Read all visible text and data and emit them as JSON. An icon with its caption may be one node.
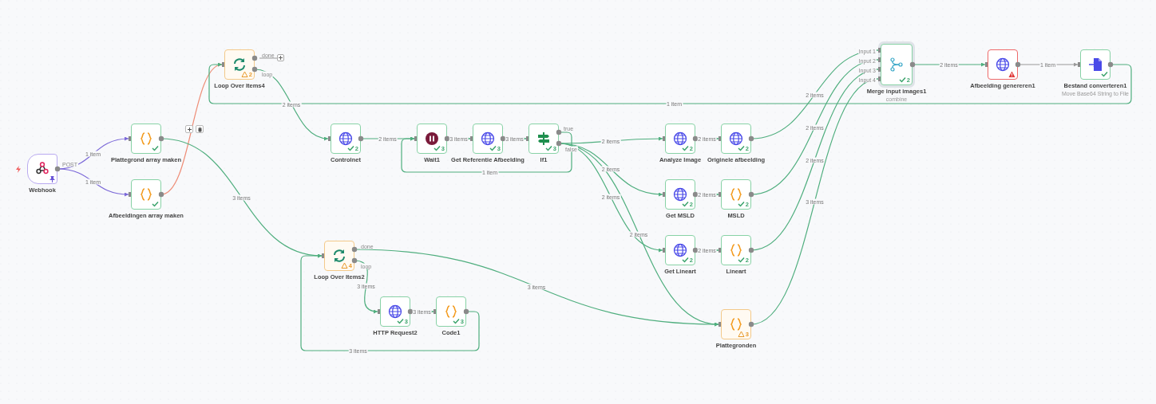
{
  "diagram": {
    "nodes": [
      {
        "text": [
          "Webhook"
        ],
        "beside": [
          "POST"
        ]
      },
      {
        "text": [
          "Plattegrond array maken"
        ]
      },
      {
        "text": [
          "Afbeeldingen array maken"
        ]
      },
      {
        "text": [
          "2",
          "Loop Over Items4"
        ],
        "beside": [
          "done",
          "loop"
        ]
      },
      {
        "text": [
          "2",
          "Controlnet"
        ]
      },
      {
        "text": [
          "3",
          "Wait1"
        ]
      },
      {
        "text": [
          "3",
          "Get Referentie Afbeelding"
        ]
      },
      {
        "text": [
          "3",
          "If1"
        ],
        "beside": [
          "true",
          "false"
        ]
      },
      {
        "text": [
          "2",
          "Analyze Image"
        ]
      },
      {
        "text": [
          "2",
          "Originele afbeelding"
        ]
      },
      {
        "text": [
          "2",
          "Get MSLD"
        ]
      },
      {
        "text": [
          "2",
          "MSLD"
        ]
      },
      {
        "text": [
          "2",
          "Get Lineart"
        ]
      },
      {
        "text": [
          "2",
          "Lineart"
        ]
      },
      {
        "text": [
          "2",
          "Merge input images1",
          "combine"
        ],
        "beside": [
          "Input 1",
          "Input 2",
          "Input 3",
          "Input 4"
        ]
      },
      {
        "text": [
          "Afbeelding genereren1"
        ]
      },
      {
        "text": [
          "Bestand converteren1",
          "Move Base64 String to File"
        ]
      },
      {
        "text": [
          "4",
          "Loop Over Items2"
        ],
        "beside": [
          "done",
          "loop"
        ]
      },
      {
        "text": [
          "3",
          "HTTP Request2"
        ]
      },
      {
        "text": [
          "3",
          "Code1"
        ]
      },
      {
        "text": [
          "3",
          "Plattegronden"
        ]
      }
    ],
    "edges": [
      {
        "from": 0,
        "to": 1,
        "arrow": "to",
        "label": "1 item",
        "color": "#7b68d8"
      },
      {
        "from": 0,
        "to": 2,
        "arrow": "to",
        "label": "1 item",
        "color": "#7b68d8"
      },
      {
        "from": 2,
        "to": 3,
        "arrow": "to",
        "color": "#ee8e78"
      },
      {
        "from": 3,
        "to": 4,
        "arrow": "to",
        "label": "2 items"
      },
      {
        "from": 4,
        "to": 5,
        "arrow": "to",
        "label": "2 items"
      },
      {
        "from": 5,
        "to": 6,
        "arrow": "to",
        "label": "3 items"
      },
      {
        "from": 6,
        "to": 7,
        "arrow": "to",
        "label": "3 items"
      },
      {
        "from": 7,
        "to": 5,
        "arrow": "to",
        "label": "1 item"
      },
      {
        "from": 7,
        "to": 8,
        "arrow": "to",
        "label": "2 items"
      },
      {
        "from": 7,
        "to": 10,
        "arrow": "to",
        "label": "2 items"
      },
      {
        "from": 7,
        "to": 12,
        "arrow": "to",
        "label": "2 items"
      },
      {
        "from": 7,
        "to": 20,
        "arrow": "to",
        "label": "2 items"
      },
      {
        "from": 8,
        "to": 9,
        "arrow": "to",
        "label": "2 items"
      },
      {
        "from": 10,
        "to": 11,
        "arrow": "to",
        "label": "2 items"
      },
      {
        "from": 12,
        "to": 13,
        "arrow": "to",
        "label": "2 items"
      },
      {
        "from": 9,
        "to": 14,
        "arrow": "to",
        "label": "2 items"
      },
      {
        "from": 11,
        "to": 14,
        "arrow": "to",
        "label": "2 items"
      },
      {
        "from": 13,
        "to": 14,
        "arrow": "to",
        "label": "2 items"
      },
      {
        "from": 20,
        "to": 14,
        "arrow": "to",
        "label": "3 items"
      },
      {
        "from": 14,
        "to": 15,
        "arrow": "to",
        "label": "2 items"
      },
      {
        "from": 15,
        "to": 16,
        "arrow": "to",
        "label": "1 item",
        "color": "#9a9a9a"
      },
      {
        "from": 16,
        "to": 3,
        "arrow": "to",
        "label": "1 item"
      },
      {
        "from": 1,
        "to": 17,
        "arrow": "to",
        "label": "3 items"
      },
      {
        "from": 17,
        "to": 18,
        "arrow": "to",
        "label": "3 items"
      },
      {
        "from": 18,
        "to": 19,
        "arrow": "to",
        "label": "3 items"
      },
      {
        "from": 19,
        "to": 17,
        "arrow": "to",
        "label": "3 items"
      },
      {
        "from": 17,
        "to": 20,
        "arrow": "to",
        "label": "3 items"
      }
    ]
  }
}
